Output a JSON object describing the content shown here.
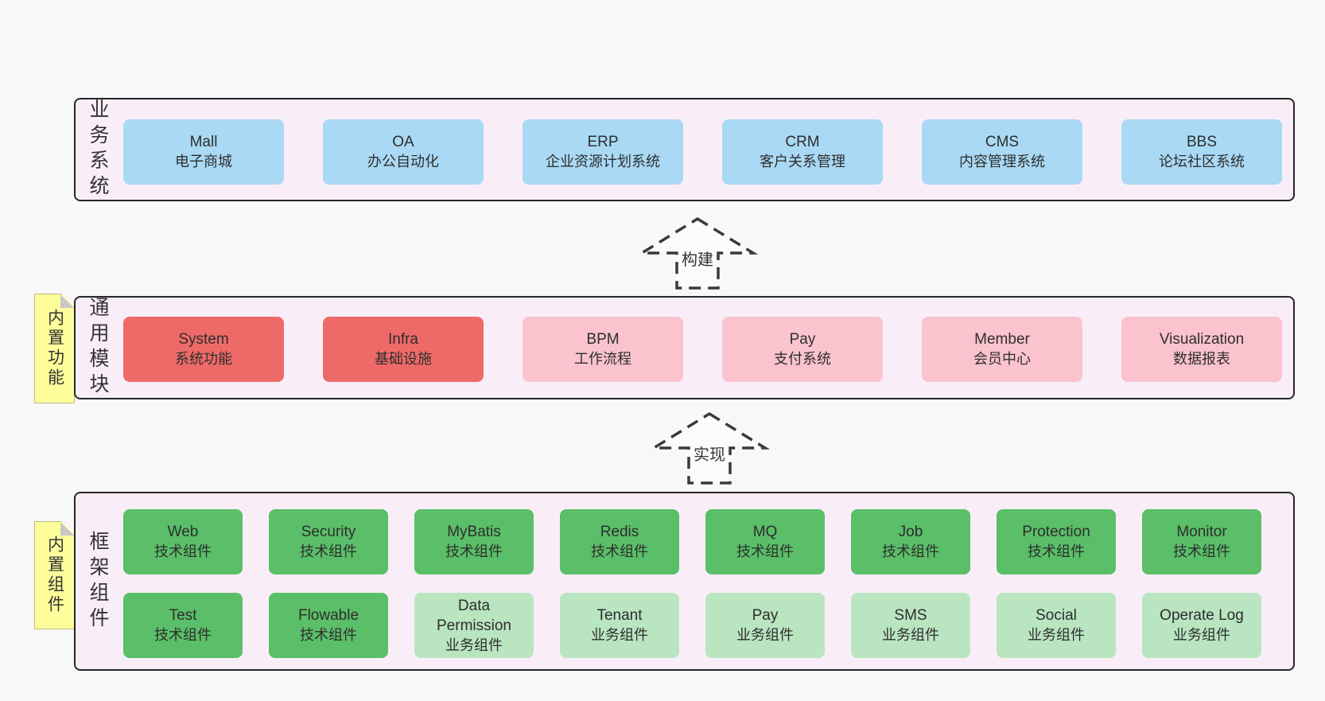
{
  "diagram": {
    "colors": {
      "page_bg": "#f8f8f8",
      "container_bg": "#f9eef8",
      "container_border": "#262626",
      "blue": "#a9d9f4",
      "red": "#ee6a68",
      "pink": "#fac3ce",
      "green": "#5abf68",
      "green_light": "#b9e5c1",
      "note_yellow": "#fdfd9b",
      "note_fold": "#c8c8c8",
      "text": "#333333"
    },
    "layers": [
      {
        "label": "业务系统",
        "boxes": [
          {
            "name": "Mall",
            "sub": "电子商城"
          },
          {
            "name": "OA",
            "sub": "办公自动化"
          },
          {
            "name": "ERP",
            "sub": "企业资源计划系统"
          },
          {
            "name": "CRM",
            "sub": "客户关系管理"
          },
          {
            "name": "CMS",
            "sub": "内容管理系统"
          },
          {
            "name": "BBS",
            "sub": "论坛社区系统"
          }
        ]
      },
      {
        "label": "通用模块",
        "note": "内置功能",
        "boxes": [
          {
            "name": "System",
            "sub": "系统功能"
          },
          {
            "name": "Infra",
            "sub": "基础设施"
          },
          {
            "name": "BPM",
            "sub": "工作流程"
          },
          {
            "name": "Pay",
            "sub": "支付系统"
          },
          {
            "name": "Member",
            "sub": "会员中心"
          },
          {
            "name": "Visualization",
            "sub": "数据报表"
          }
        ]
      },
      {
        "label": "框架组件",
        "note": "内置组件",
        "rows": [
          [
            {
              "name": "Web",
              "sub": "技术组件"
            },
            {
              "name": "Security",
              "sub": "技术组件"
            },
            {
              "name": "MyBatis",
              "sub": "技术组件"
            },
            {
              "name": "Redis",
              "sub": "技术组件"
            },
            {
              "name": "MQ",
              "sub": "技术组件"
            },
            {
              "name": "Job",
              "sub": "技术组件"
            },
            {
              "name": "Protection",
              "sub": "技术组件"
            },
            {
              "name": "Monitor",
              "sub": "技术组件"
            }
          ],
          [
            {
              "name": "Test",
              "sub": "技术组件"
            },
            {
              "name": "Flowable",
              "sub": "技术组件"
            },
            {
              "name": "Data Permission",
              "sub": "业务组件"
            },
            {
              "name": "Tenant",
              "sub": "业务组件"
            },
            {
              "name": "Pay",
              "sub": "业务组件"
            },
            {
              "name": "SMS",
              "sub": "业务组件"
            },
            {
              "name": "Social",
              "sub": "业务组件"
            },
            {
              "name": "Operate Log",
              "sub": "业务组件"
            }
          ]
        ]
      }
    ],
    "arrows": [
      {
        "label": "构建"
      },
      {
        "label": "实现"
      }
    ]
  }
}
